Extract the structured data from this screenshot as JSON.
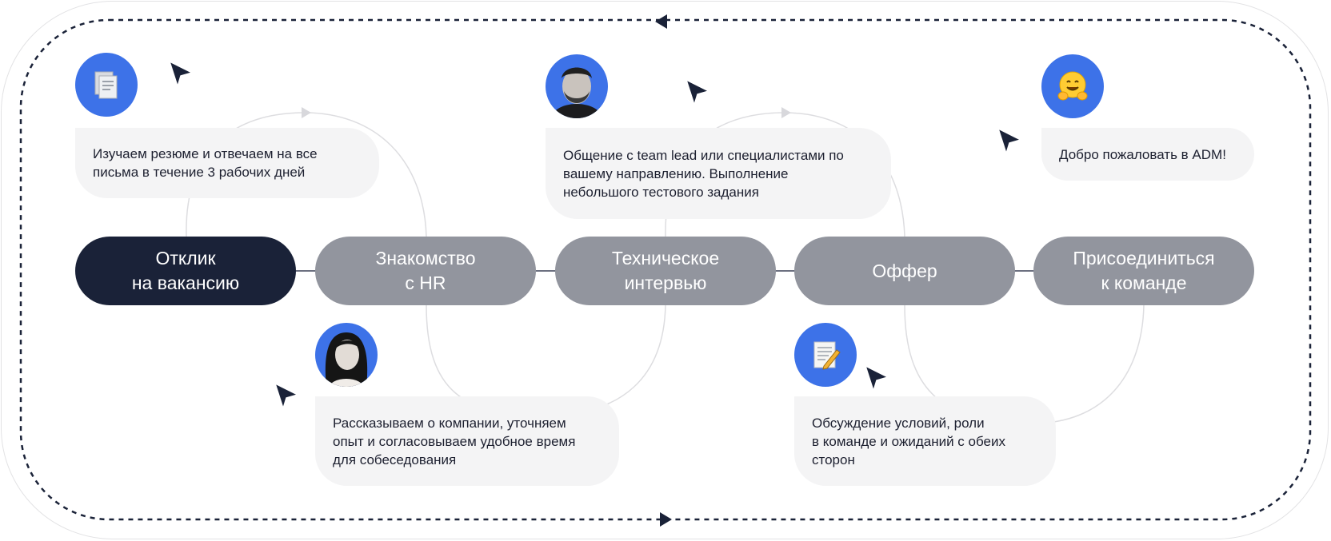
{
  "steps": [
    {
      "label": "Отклик\nна вакансию"
    },
    {
      "label": "Знакомство\nс HR"
    },
    {
      "label": "Техническое\nинтервью"
    },
    {
      "label": "Оффер"
    },
    {
      "label": "Присоединиться\nк команде"
    }
  ],
  "notes": [
    {
      "text": "Изучаем резюме и отвечаем на все\nписьма в течение 3 рабочих дней",
      "icon": "document-icon"
    },
    {
      "text": "Рассказываем о компании, уточняем\nопыт и согласовываем удобное время\nдля собеседования",
      "icon": "hr-photo"
    },
    {
      "text": "Общение с team lead или специалистами по\nвашему направлению. Выполнение\nнебольшого тестового задания",
      "icon": "team-lead-photo"
    },
    {
      "text": "Обсуждение условий, роли\nв команде и ожиданий с обеих\nсторон",
      "icon": "memo-icon"
    },
    {
      "text": "Добро пожаловать в ADM!",
      "icon": "hugging-face-icon"
    }
  ],
  "colors": {
    "accent_blue": "#3d72e8",
    "active_step": "#1a2238",
    "step": "#92959e",
    "bubble": "#f4f4f5",
    "dashed_loop": "#1a2238"
  }
}
